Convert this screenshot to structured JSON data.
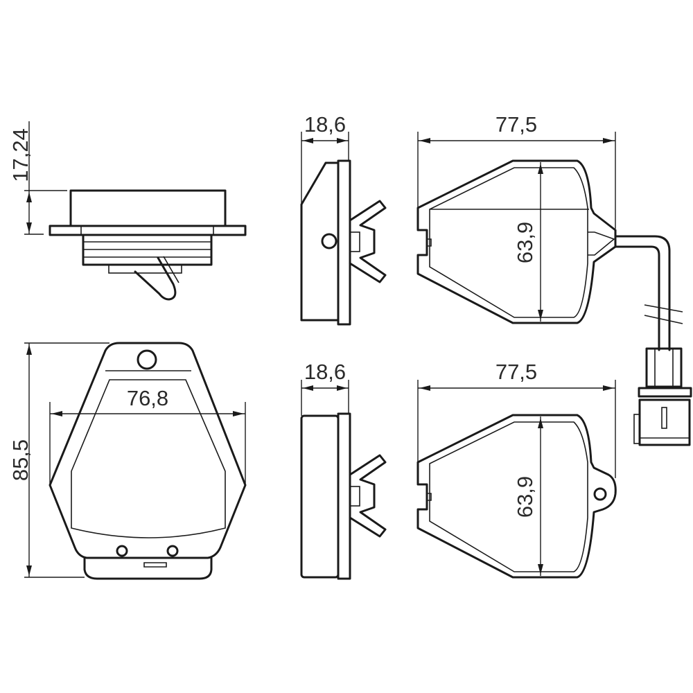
{
  "drawing": {
    "colors": {
      "line": "#1a1a1a",
      "background": "#ffffff"
    },
    "dimensions": {
      "side_view_height": "17,24",
      "front_view_width": "76,8",
      "front_view_height": "85,5",
      "depth_top": "18,6",
      "depth_bottom": "18,6",
      "top_view_width_top": "77,5",
      "top_view_height_top": "63,9",
      "top_view_width_bottom": "77,5",
      "top_view_height_bottom": "63,9"
    }
  }
}
